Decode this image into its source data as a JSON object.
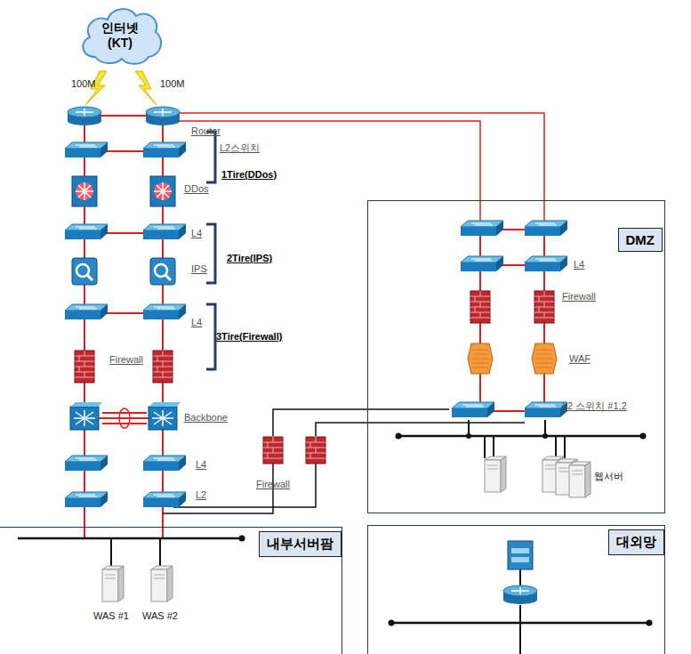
{
  "diagram": {
    "nodes": [
      {
        "text": [
          "인터넷 (KT)"
        ]
      },
      {
        "text": [
          "DMZ"
        ]
      },
      {
        "text": [
          "내부서버팜"
        ]
      },
      {
        "text": [
          "대외망"
        ]
      }
    ],
    "labels": [
      "100M",
      "100M",
      "Router",
      "L2스위치",
      "1Tire(DDos)",
      "DDos",
      "L4",
      "2Tire(IPS)",
      "IPS",
      "L4",
      "3Tire(Firewall)",
      "Firewall",
      "Backbone",
      "L4",
      "L2",
      "Firewall",
      "WAS #1",
      "WAS #2",
      "L4",
      "Firewall",
      "WAF",
      "L2 스위치 #1,2",
      "웹서버"
    ]
  }
}
